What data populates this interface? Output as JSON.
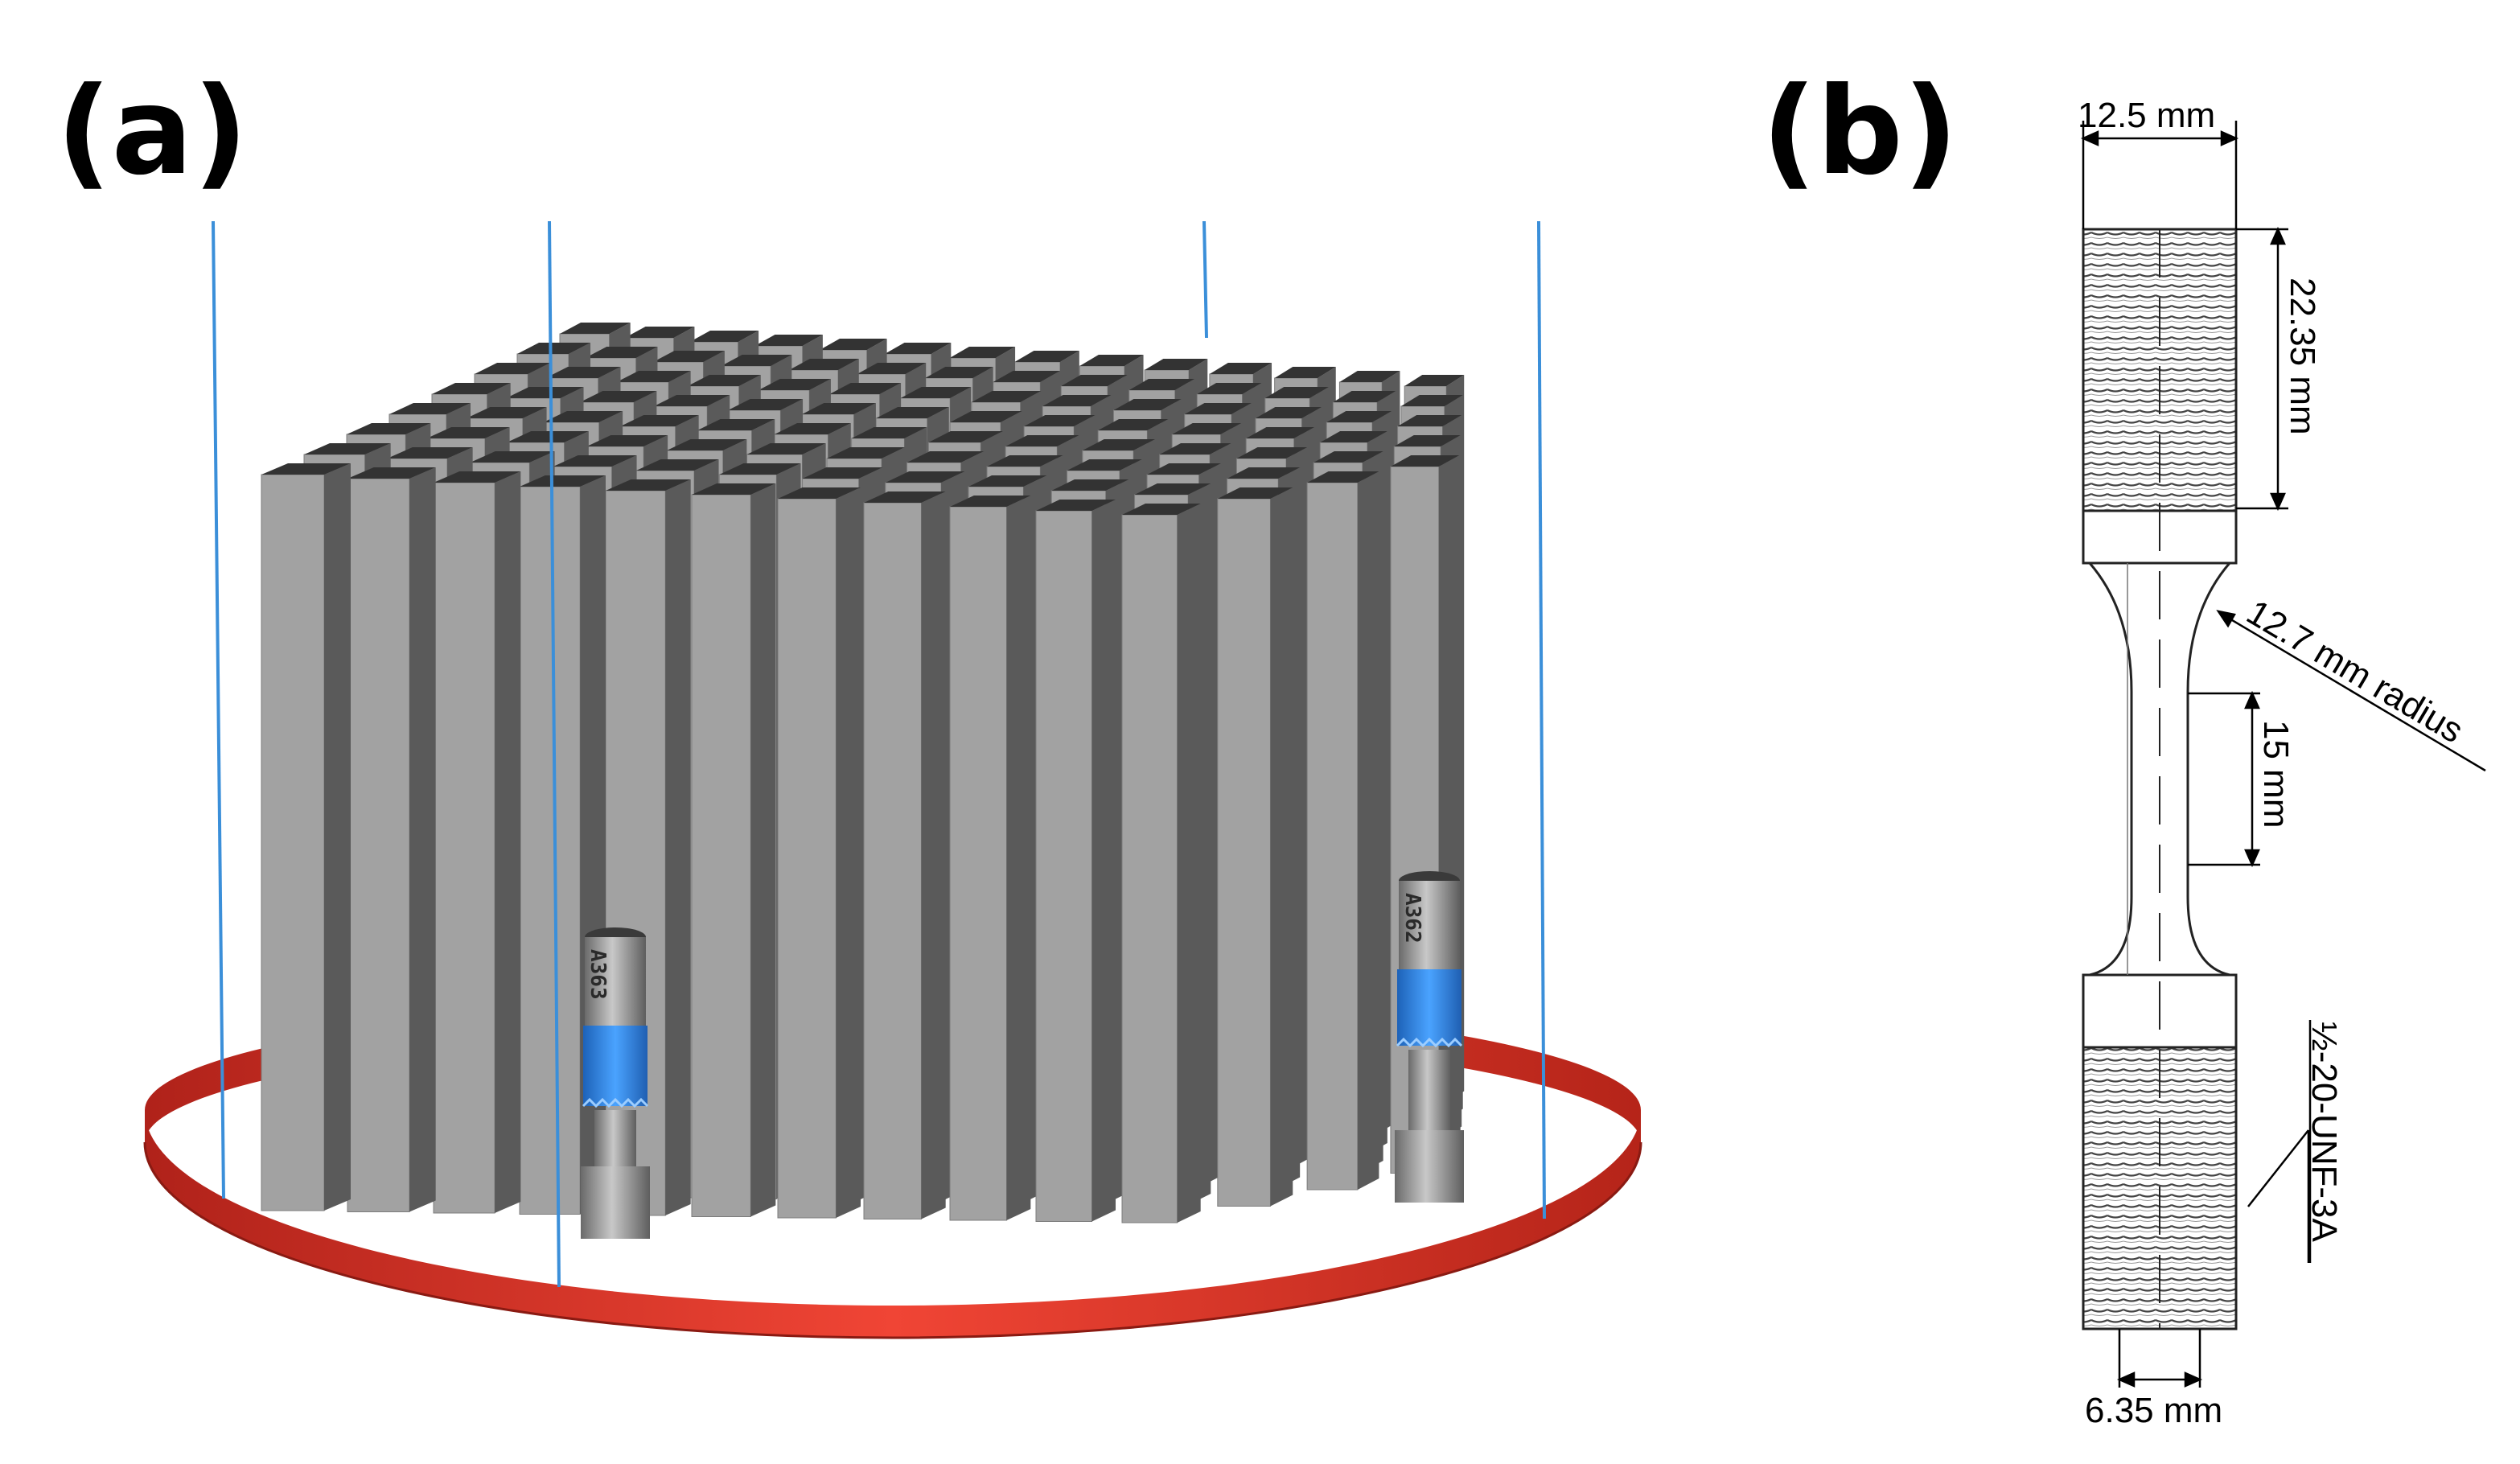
{
  "panel_a": {
    "label": "(a)",
    "specimens": [
      {
        "engraving": "A363"
      },
      {
        "engraving": "A362"
      }
    ]
  },
  "panel_b": {
    "label": "(b)",
    "dimensions": {
      "grip_width": "12.5 mm",
      "grip_length": "22.35 mm",
      "fillet_radius": "12.7 mm radius",
      "gauge_length": "15 mm",
      "gauge_diameter": "6.35 mm",
      "thread_spec": "½-20-UNF-3A"
    }
  },
  "colors": {
    "build_ring": "#e23a2a",
    "laser_lines": "#3b8fd9",
    "bar_front": "#a2a2a2",
    "bar_side": "#5a5a5a",
    "bar_top": "#333333",
    "specimen_blue": "#2f86e0"
  }
}
